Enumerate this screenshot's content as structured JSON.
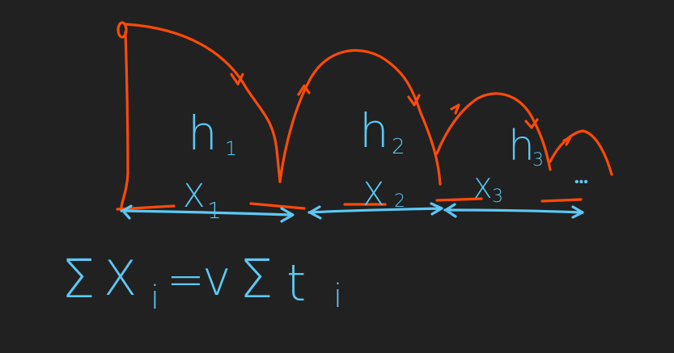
{
  "colors": {
    "background": "#212121",
    "trajectory": "#ff4a0a",
    "annotation": "#5cc8f5"
  },
  "labels": {
    "h1": {
      "base": "h",
      "sub": "1"
    },
    "h2": {
      "base": "h",
      "sub": "2"
    },
    "h3": {
      "base": "h",
      "sub": "3"
    },
    "x1": {
      "base": "X",
      "sub": "1"
    },
    "x2": {
      "base": "X",
      "sub": "2"
    },
    "x3": {
      "base": "X",
      "sub": "3"
    },
    "ellipsis": "•••"
  },
  "formula": {
    "lhs_sigma": "Σ",
    "lhs_var": "X",
    "lhs_sub": "i",
    "equals": "=",
    "v": "v",
    "rhs_sigma": "Σ",
    "rhs_var": "t",
    "rhs_sub": "i"
  }
}
